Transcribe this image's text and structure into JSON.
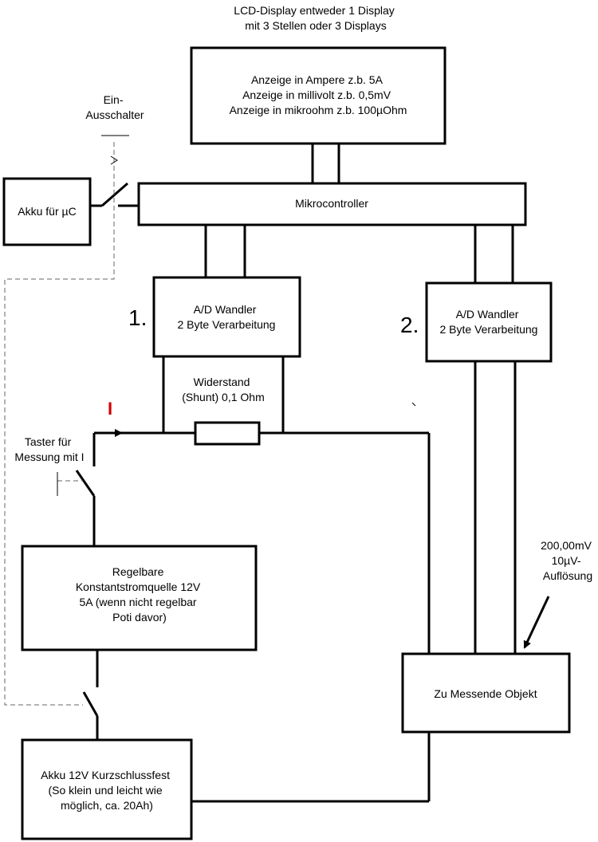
{
  "lcd_caption": [
    "LCD-Display entweder 1 Display",
    "mit 3 Stellen oder 3 Displays"
  ],
  "display_box": [
    "Anzeige in Ampere z.b. 5A",
    "Anzeige in millivolt z.b. 0,5mV",
    "Anzeige in mikroohm z.b. 100µOhm"
  ],
  "switch_label": [
    "Ein-",
    "Ausschalter"
  ],
  "akku_uc": "Akku für µC",
  "mikrocontroller": "Mikrocontroller",
  "adc1": {
    "number": "1.",
    "lines": [
      "A/D Wandler",
      "2 Byte Verarbeitung"
    ]
  },
  "adc2": {
    "number": "2.",
    "lines": [
      "A/D Wandler",
      "2 Byte Verarbeitung"
    ]
  },
  "shunt": [
    "Widerstand",
    "(Shunt) 0,1 Ohm"
  ],
  "current_label": "I",
  "taster": [
    "Taster für",
    "Messung mit I"
  ],
  "konstantstromquelle": [
    "Regelbare",
    "Konstantstromquelle 12V",
    "5A (wenn nicht regelbar",
    "Poti davor)"
  ],
  "resolution": [
    "200,00mV",
    "10µV-",
    "Auflösung"
  ],
  "objekt": "Zu Messende Objekt",
  "akku_12v": [
    "Akku 12V Kurzschlussfest",
    "(So klein und leicht wie",
    "möglich, ca. 20Ah)"
  ]
}
